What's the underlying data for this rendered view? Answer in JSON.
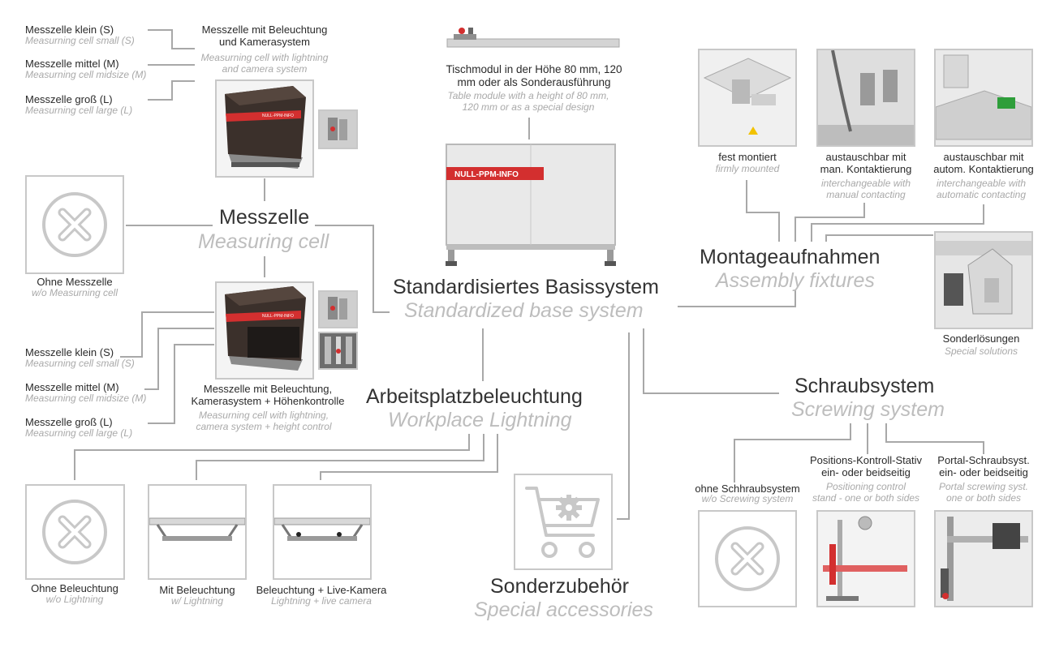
{
  "center": {
    "title_de": "Standardisiertes Basissystem",
    "title_en": "Standardized base system",
    "brand_label": "NULL-PPM-INFO"
  },
  "table_module": {
    "de_line1": "Tischmodul in der Höhe 80 mm, 120",
    "de_line2": "mm oder als Sonderausführung",
    "en_line1": "Table module with a height of 80 mm,",
    "en_line2": "120 mm or as a special design"
  },
  "measuring_cell": {
    "title_de": "Messzelle",
    "title_en": "Measuring cell",
    "top_options": [
      {
        "de": "Messzelle klein (S)",
        "en": "Measurning cell small (S)"
      },
      {
        "de": "Messzelle mittel (M)",
        "en": "Measurning cell midsize (M)"
      },
      {
        "de": "Messzelle groß (L)",
        "en": "Measurning cell large (L)"
      }
    ],
    "top_variant": {
      "de_line1": "Messzelle mit Beleuchtung",
      "de_line2": "und Kamerasystem",
      "en_line1": "Measurning cell with lightning",
      "en_line2": "and camera system"
    },
    "none": {
      "de": "Ohne Messzelle",
      "en": "w/o Measurning cell"
    },
    "bottom_options": [
      {
        "de": "Messzelle klein (S)",
        "en": "Measurning cell small (S)"
      },
      {
        "de": "Messzelle mittel (M)",
        "en": "Measurning cell midsize (M)"
      },
      {
        "de": "Messzelle groß (L)",
        "en": "Measurning cell large (L)"
      }
    ],
    "bottom_variant": {
      "de_line1": "Messzelle mit Beleuchtung,",
      "de_line2": "Kamerasystem + Höhenkontrolle",
      "en_line1": "Measurning cell with lightning,",
      "en_line2": "camera system + height control"
    },
    "cell_label": "NULL-PPM-INFO"
  },
  "lighting": {
    "title_de": "Arbeitsplatzbeleuchtung",
    "title_en": "Workplace Lightning",
    "options": [
      {
        "de": "Ohne Beleuchtung",
        "en": "w/o Lightning"
      },
      {
        "de": "Mit Beleuchtung",
        "en": "w/ Lightning"
      },
      {
        "de": "Beleuchtung + Live-Kamera",
        "en": "Lightning + live camera"
      }
    ]
  },
  "accessories": {
    "title_de": "Sonderzubehör",
    "title_en": "Special accessories"
  },
  "fixtures": {
    "title_de": "Montageaufnahmen",
    "title_en": "Assembly fixtures",
    "options": [
      {
        "de1": "fest montiert",
        "de2": "",
        "en1": "firmly mounted",
        "en2": ""
      },
      {
        "de1": "austauschbar mit",
        "de2": "man. Kontaktierung",
        "en1": "interchangeable with",
        "en2": "manual contacting"
      },
      {
        "de1": "austauschbar mit",
        "de2": "autom. Kontaktierung",
        "en1": "interchangeable with",
        "en2": "automatic contacting"
      }
    ],
    "special": {
      "de": "Sonderlösungen",
      "en": "Special solutions"
    }
  },
  "screwing": {
    "title_de": "Schraubsystem",
    "title_en": "Screwing system",
    "options": [
      {
        "de1": "ohne Schhraubsystem",
        "de2": "",
        "en1": "w/o Screwing system",
        "en2": ""
      },
      {
        "de1": "Positions-Kontroll-Stativ",
        "de2": "ein- oder beidseitig",
        "en1": "Positioning control",
        "en2": "stand - one or both sides"
      },
      {
        "de1": "Portal-Schraubsyst.",
        "de2": "ein- oder beidseitig",
        "en1": "Portal screwing syst.",
        "en2": "one or both sides"
      }
    ]
  },
  "colors": {
    "accent": "#d32f2f",
    "line": "#a8a8a8",
    "box_border": "#c8c8c8",
    "cell_body": "#3b302b"
  },
  "icons": {
    "none": "x-circle-icon",
    "cart": "cart-gear-icon"
  }
}
